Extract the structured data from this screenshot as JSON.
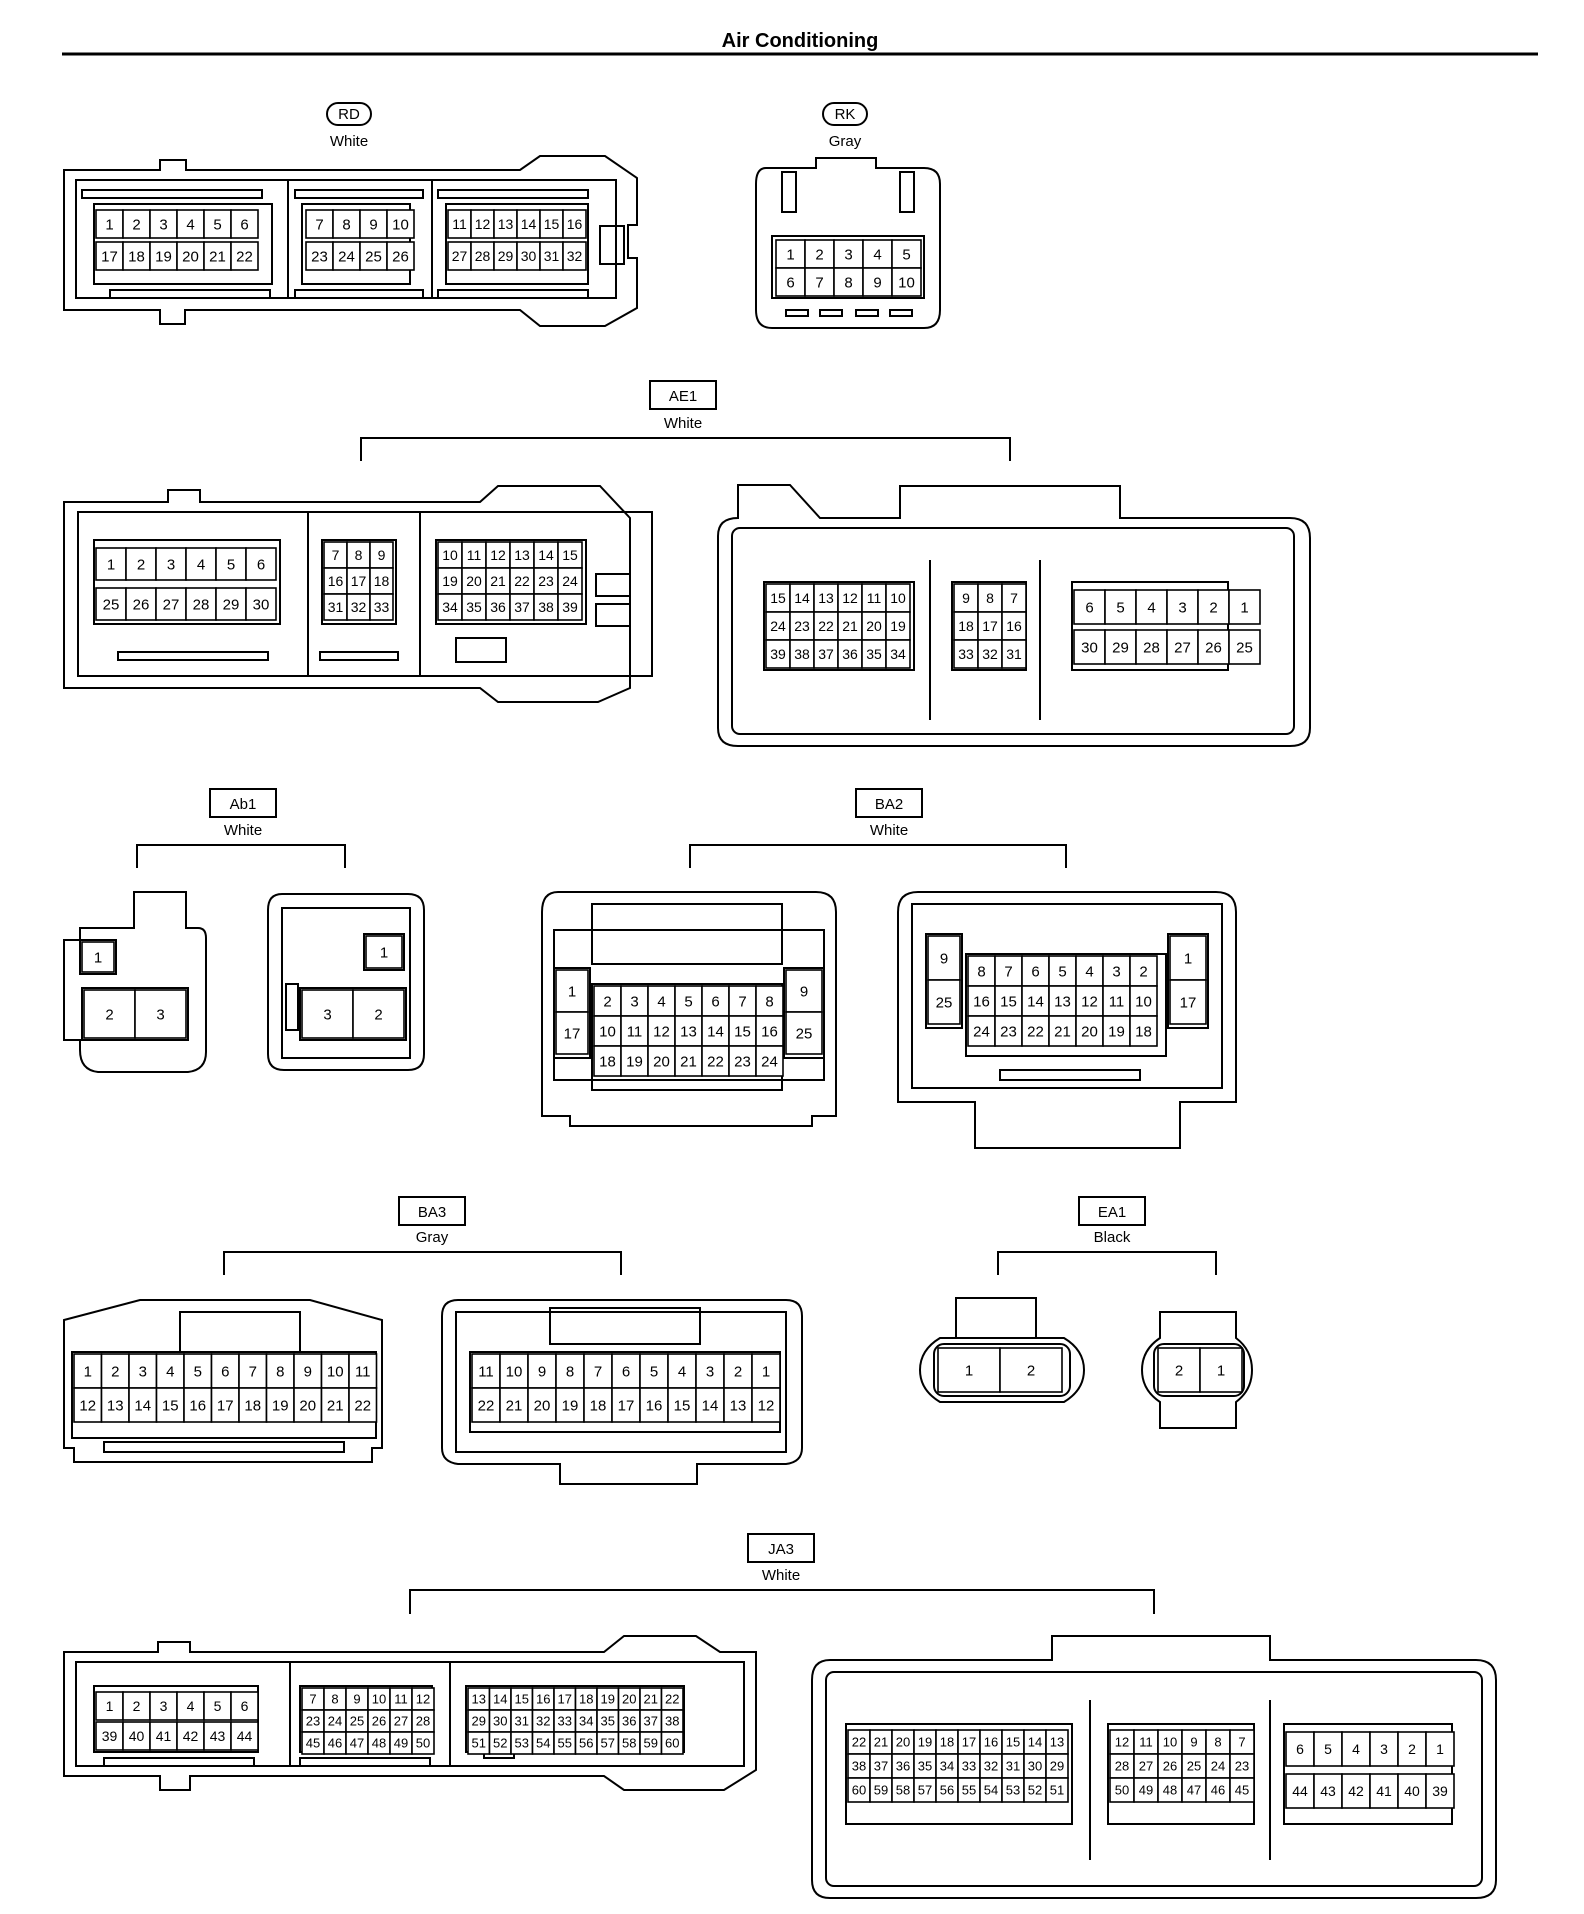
{
  "page": {
    "title": "Air Conditioning"
  },
  "connectors": [
    {
      "id": "RD",
      "code": "RD",
      "color": "White",
      "views": [
        {
          "pin_rows": [
            [
              "1",
              "2",
              "3",
              "4",
              "5",
              "6",
              "7",
              "8",
              "9",
              "10",
              "11",
              "12",
              "13",
              "14",
              "15",
              "16"
            ],
            [
              "17",
              "18",
              "19",
              "20",
              "21",
              "22",
              "23",
              "24",
              "25",
              "26",
              "27",
              "28",
              "29",
              "30",
              "31",
              "32"
            ]
          ]
        }
      ]
    },
    {
      "id": "RK",
      "code": "RK",
      "color": "Gray",
      "views": [
        {
          "pin_rows": [
            [
              "1",
              "2",
              "3",
              "4",
              "5"
            ],
            [
              "6",
              "7",
              "8",
              "9",
              "10"
            ]
          ]
        }
      ]
    },
    {
      "id": "AE1",
      "code": "AE1",
      "color": "White",
      "views": [
        {
          "pin_rows": [
            [
              "1",
              "2",
              "3",
              "4",
              "5",
              "6",
              "7",
              "8",
              "9",
              "10",
              "11",
              "12",
              "13",
              "14",
              "15"
            ],
            [
              "25",
              "26",
              "27",
              "28",
              "29",
              "30",
              "16",
              "17",
              "18",
              "19",
              "20",
              "21",
              "22",
              "23",
              "24"
            ],
            [
              "31",
              "32",
              "33",
              "34",
              "35",
              "36",
              "37",
              "38",
              "39"
            ]
          ]
        },
        {
          "pin_rows": [
            [
              "15",
              "14",
              "13",
              "12",
              "11",
              "10",
              "9",
              "8",
              "7",
              "6",
              "5",
              "4",
              "3",
              "2",
              "1"
            ],
            [
              "24",
              "23",
              "22",
              "21",
              "20",
              "19",
              "18",
              "17",
              "16"
            ],
            [
              "39",
              "38",
              "37",
              "36",
              "35",
              "34",
              "33",
              "32",
              "31",
              "30",
              "29",
              "28",
              "27",
              "26",
              "25"
            ]
          ]
        }
      ]
    },
    {
      "id": "Ab1",
      "code": "Ab1",
      "color": "White",
      "views": [
        {
          "pin_rows": [
            [
              "1"
            ],
            [
              "2",
              "3"
            ]
          ]
        },
        {
          "pin_rows": [
            [
              "1"
            ],
            [
              "3",
              "2"
            ]
          ]
        }
      ]
    },
    {
      "id": "BA2",
      "code": "BA2",
      "color": "White",
      "views": [
        {
          "pin_rows": [
            [
              "1",
              "2",
              "3",
              "4",
              "5",
              "6",
              "7",
              "8",
              "9"
            ],
            [
              "17",
              "10",
              "11",
              "12",
              "13",
              "14",
              "15",
              "16",
              "25"
            ],
            [
              "18",
              "19",
              "20",
              "21",
              "22",
              "23",
              "24"
            ]
          ]
        },
        {
          "pin_rows": [
            [
              "9",
              "8",
              "7",
              "6",
              "5",
              "4",
              "3",
              "2",
              "1"
            ],
            [
              "25",
              "16",
              "15",
              "14",
              "13",
              "12",
              "11",
              "10",
              "17"
            ],
            [
              "24",
              "23",
              "22",
              "21",
              "20",
              "19",
              "18"
            ]
          ]
        }
      ]
    },
    {
      "id": "BA3",
      "code": "BA3",
      "color": "Gray",
      "views": [
        {
          "pin_rows": [
            [
              "1",
              "2",
              "3",
              "4",
              "5",
              "6",
              "7",
              "8",
              "9",
              "10",
              "11"
            ],
            [
              "12",
              "13",
              "14",
              "15",
              "16",
              "17",
              "18",
              "19",
              "20",
              "21",
              "22"
            ]
          ]
        },
        {
          "pin_rows": [
            [
              "11",
              "10",
              "9",
              "8",
              "7",
              "6",
              "5",
              "4",
              "3",
              "2",
              "1"
            ],
            [
              "22",
              "21",
              "20",
              "19",
              "18",
              "17",
              "16",
              "15",
              "14",
              "13",
              "12"
            ]
          ]
        }
      ]
    },
    {
      "id": "EA1",
      "code": "EA1",
      "color": "Black",
      "views": [
        {
          "pin_rows": [
            [
              "1",
              "2"
            ]
          ]
        },
        {
          "pin_rows": [
            [
              "2",
              "1"
            ]
          ]
        }
      ]
    },
    {
      "id": "JA3",
      "code": "JA3",
      "color": "White",
      "views": [
        {
          "pin_rows": [
            [
              "1",
              "2",
              "3",
              "4",
              "5",
              "6",
              "7",
              "8",
              "9",
              "10",
              "11",
              "12",
              "13",
              "14",
              "15",
              "16",
              "17",
              "18",
              "19",
              "20",
              "21",
              "22"
            ],
            [
              "23",
              "24",
              "25",
              "26",
              "27",
              "28",
              "29",
              "30",
              "31",
              "32",
              "33",
              "34",
              "35",
              "36",
              "37",
              "38"
            ],
            [
              "39",
              "40",
              "41",
              "42",
              "43",
              "44",
              "45",
              "46",
              "47",
              "48",
              "49",
              "50",
              "51",
              "52",
              "53",
              "54",
              "55",
              "56",
              "57",
              "58",
              "59",
              "60"
            ]
          ]
        },
        {
          "pin_rows": [
            [
              "22",
              "21",
              "20",
              "19",
              "18",
              "17",
              "16",
              "15",
              "14",
              "13",
              "12",
              "11",
              "10",
              "9",
              "8",
              "7",
              "6",
              "5",
              "4",
              "3",
              "2",
              "1"
            ],
            [
              "38",
              "37",
              "36",
              "35",
              "34",
              "33",
              "32",
              "31",
              "30",
              "29",
              "28",
              "27",
              "26",
              "25",
              "24",
              "23"
            ],
            [
              "60",
              "59",
              "58",
              "57",
              "56",
              "55",
              "54",
              "53",
              "52",
              "51",
              "50",
              "49",
              "48",
              "47",
              "46",
              "45",
              "44",
              "43",
              "42",
              "41",
              "40",
              "39"
            ]
          ]
        }
      ]
    }
  ]
}
